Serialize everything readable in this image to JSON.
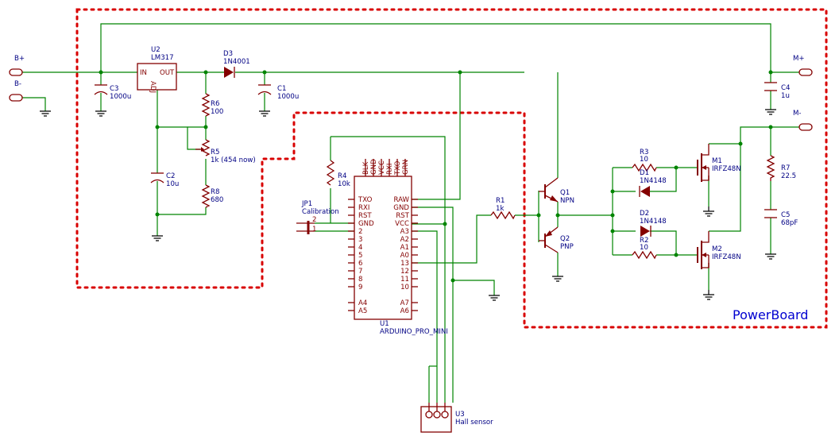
{
  "board_label": "PowerBoard",
  "nets": {
    "b_plus": "B+",
    "b_minus": "B-",
    "m_plus": "M+",
    "m_minus": "M-"
  },
  "components": {
    "u2": {
      "ref": "U2",
      "value": "LM317",
      "pin_in": "IN",
      "pin_out": "OUT",
      "pin_adj": "ADJ"
    },
    "d3": {
      "ref": "D3",
      "value": "1N4001"
    },
    "c3": {
      "ref": "C3",
      "value": "1000u"
    },
    "c1": {
      "ref": "C1",
      "value": "1000u"
    },
    "c2": {
      "ref": "C2",
      "value": "10u"
    },
    "c4": {
      "ref": "C4",
      "value": "1u"
    },
    "c5": {
      "ref": "C5",
      "value": "68pF"
    },
    "r6": {
      "ref": "R6",
      "value": "100"
    },
    "r5": {
      "ref": "R5",
      "value": "1k (454 now)"
    },
    "r8": {
      "ref": "R8",
      "value": "680"
    },
    "r4": {
      "ref": "R4",
      "value": "10k"
    },
    "r1": {
      "ref": "R1",
      "value": "1k"
    },
    "r3": {
      "ref": "R3",
      "value": "10"
    },
    "r2": {
      "ref": "R2",
      "value": "10"
    },
    "r7": {
      "ref": "R7",
      "value": "22.5"
    },
    "d1": {
      "ref": "D1",
      "value": "1N4148"
    },
    "d2": {
      "ref": "D2",
      "value": "1N4148"
    },
    "q1": {
      "ref": "Q1",
      "value": "NPN"
    },
    "q2": {
      "ref": "Q2",
      "value": "PNP"
    },
    "m1": {
      "ref": "M1",
      "value": "IRFZ48N"
    },
    "m2": {
      "ref": "M2",
      "value": "IRFZ48N"
    },
    "jp1": {
      "ref": "JP1",
      "value": "Calibration",
      "pins": [
        "2",
        "1"
      ]
    },
    "u3": {
      "ref": "U3",
      "value": "Hall sensor"
    },
    "u1": {
      "ref": "U1",
      "value": "ARDUINO_PRO_MINI",
      "top_pins": [
        "BLK",
        "GND",
        "VCC",
        "RXI",
        "TXO",
        "GRN"
      ],
      "left_pins": [
        "TXO",
        "RXI",
        "RST",
        "GND",
        "2",
        "3",
        "4",
        "5",
        "6",
        "7",
        "8",
        "9",
        "A4",
        "A5"
      ],
      "right_pins": [
        "RAW",
        "GND",
        "RST",
        "VCC",
        "A3",
        "A2",
        "A1",
        "A0",
        "13",
        "12",
        "11",
        "10",
        "A7",
        "A6"
      ]
    }
  }
}
